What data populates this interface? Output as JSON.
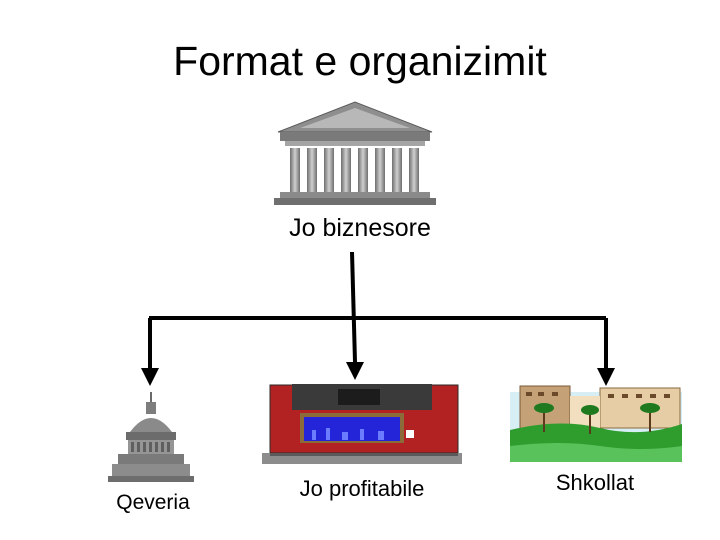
{
  "title": "Format e organizimit",
  "root": {
    "label": "Jo biznesore",
    "icon": "greek-building-icon"
  },
  "children": [
    {
      "label": "Qeveria",
      "icon": "capitol-dome-icon"
    },
    {
      "label": "Jo profitabile",
      "icon": "storefront-icon"
    },
    {
      "label": "Shkollat",
      "icon": "school-campus-icon"
    }
  ],
  "colors": {
    "connector": "#000000",
    "building_gray": "#9a9a9a",
    "brick_red": "#b22222",
    "window_blue": "#2424d8",
    "lawn_green": "#2e9d2e"
  }
}
